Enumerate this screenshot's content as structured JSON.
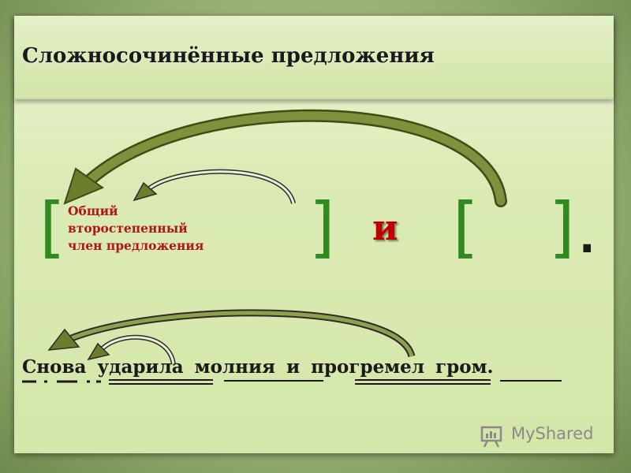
{
  "title": "Сложносочинённые предложения",
  "scheme": {
    "open_bracket": "[",
    "close_bracket": "]",
    "conjunction": "и",
    "end_punct": ".",
    "member_lines": [
      "Общий",
      "второстепенный",
      "член предложения"
    ]
  },
  "sentence": {
    "words": [
      "Снова",
      "ударила",
      "молния",
      "и",
      "прогремел",
      "гром."
    ]
  },
  "watermark": "MyShared",
  "colors": {
    "bracket": "#2f8a1f",
    "conjunction": "#c00000",
    "member": "#b01818",
    "arrow": "#5e6e2a"
  }
}
